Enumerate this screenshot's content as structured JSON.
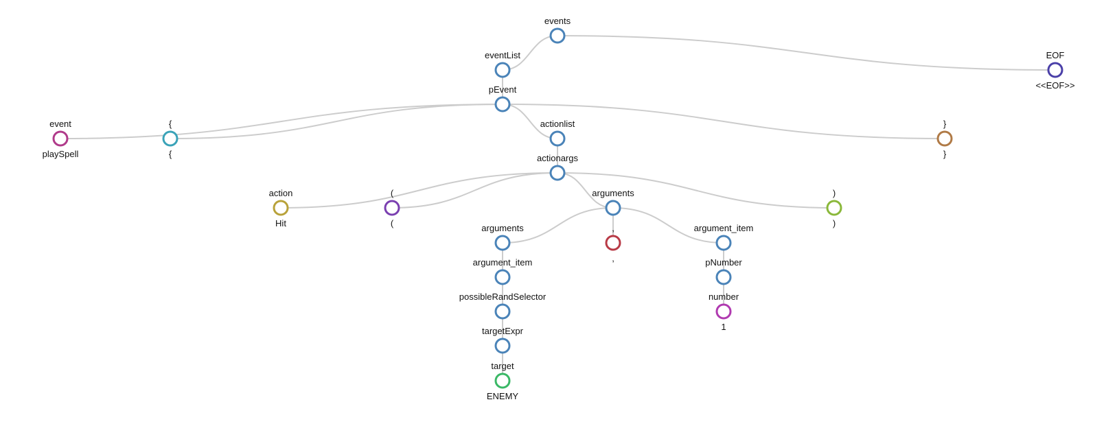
{
  "tree": {
    "nodes": [
      {
        "id": "events",
        "label": "events",
        "token": "",
        "color": "#4a83b8"
      },
      {
        "id": "eventList",
        "label": "eventList",
        "token": "",
        "color": "#4a83b8"
      },
      {
        "id": "EOF",
        "label": "EOF",
        "token": "<<EOF>>",
        "color": "#4a3fa8"
      },
      {
        "id": "pEvent",
        "label": "pEvent",
        "token": "",
        "color": "#4a83b8"
      },
      {
        "id": "event",
        "label": "event",
        "token": "playSpell",
        "color": "#b03a8a"
      },
      {
        "id": "lbrace",
        "label": "{",
        "token": "{",
        "color": "#3aa3b8"
      },
      {
        "id": "actionlist",
        "label": "actionlist",
        "token": "",
        "color": "#4a83b8"
      },
      {
        "id": "rbrace",
        "label": "}",
        "token": "}",
        "color": "#b07a46"
      },
      {
        "id": "actionargs",
        "label": "actionargs",
        "token": "",
        "color": "#4a83b8"
      },
      {
        "id": "action",
        "label": "action",
        "token": "Hit",
        "color": "#b8a23a"
      },
      {
        "id": "lparen",
        "label": "(",
        "token": "(",
        "color": "#7a3fb0"
      },
      {
        "id": "arguments_top",
        "label": "arguments",
        "token": "",
        "color": "#4a83b8"
      },
      {
        "id": "rparen",
        "label": ")",
        "token": ")",
        "color": "#8ab83a"
      },
      {
        "id": "arguments_inner",
        "label": "arguments",
        "token": "",
        "color": "#4a83b8"
      },
      {
        "id": "comma",
        "label": ",",
        "token": ",",
        "color": "#b83a46"
      },
      {
        "id": "argument_item_r",
        "label": "argument_item",
        "token": "",
        "color": "#4a83b8"
      },
      {
        "id": "argument_item_l",
        "label": "argument_item",
        "token": "",
        "color": "#4a83b8"
      },
      {
        "id": "possibleRandSelector",
        "label": "possibleRandSelector",
        "token": "",
        "color": "#4a83b8"
      },
      {
        "id": "targetExpr",
        "label": "targetExpr",
        "token": "",
        "color": "#4a83b8"
      },
      {
        "id": "target",
        "label": "target",
        "token": "ENEMY",
        "color": "#3ab866"
      },
      {
        "id": "pNumber",
        "label": "pNumber",
        "token": "",
        "color": "#4a83b8"
      },
      {
        "id": "number",
        "label": "number",
        "token": "1",
        "color": "#b03ab0"
      }
    ],
    "edges": [
      [
        "events",
        "eventList"
      ],
      [
        "events",
        "EOF"
      ],
      [
        "eventList",
        "pEvent"
      ],
      [
        "pEvent",
        "event"
      ],
      [
        "pEvent",
        "lbrace"
      ],
      [
        "pEvent",
        "actionlist"
      ],
      [
        "pEvent",
        "rbrace"
      ],
      [
        "actionlist",
        "actionargs"
      ],
      [
        "actionargs",
        "action"
      ],
      [
        "actionargs",
        "lparen"
      ],
      [
        "actionargs",
        "arguments_top"
      ],
      [
        "actionargs",
        "rparen"
      ],
      [
        "arguments_top",
        "arguments_inner"
      ],
      [
        "arguments_top",
        "comma"
      ],
      [
        "arguments_top",
        "argument_item_r"
      ],
      [
        "arguments_inner",
        "argument_item_l"
      ],
      [
        "argument_item_l",
        "possibleRandSelector"
      ],
      [
        "possibleRandSelector",
        "targetExpr"
      ],
      [
        "targetExpr",
        "target"
      ],
      [
        "argument_item_r",
        "pNumber"
      ],
      [
        "pNumber",
        "number"
      ]
    ]
  }
}
